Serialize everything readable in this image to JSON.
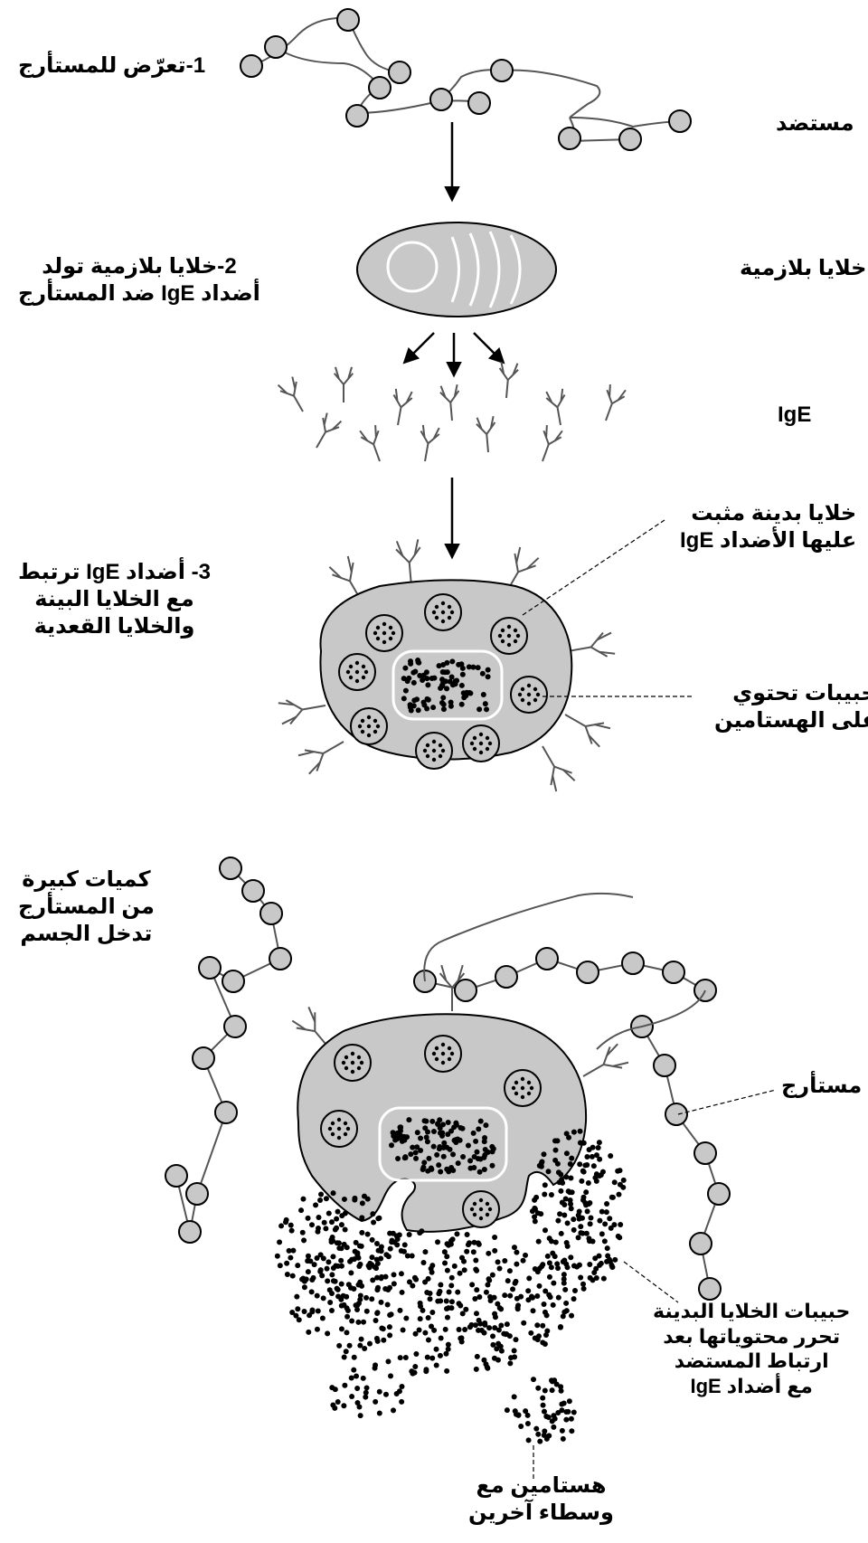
{
  "step1": "1-تعرّض للمستأرج",
  "step2": {
    "line1": "2-خلايا بلازمية تولد",
    "line2": "أضداد IgE ضد المستأرج"
  },
  "step3": {
    "line1": "3- أضداد IgE ترتبط",
    "line2": "مع الخلايا البينة",
    "line3": "والخلايا القعدية"
  },
  "step4": {
    "line1": "كميات كبيرة",
    "line2": "من المستأرج",
    "line3": "تدخل الجسم"
  },
  "antigen_label": "مستضد",
  "plasma_cells_label": "خلايا بلازمية",
  "ige_label": "IgE",
  "mast_cell_label": {
    "line1": "خلايا بدينة مثبت",
    "line2": "عليها الأضداد IgE"
  },
  "granules_label": {
    "line1": "حبيبات تحتوي",
    "line2": "على الهستامين"
  },
  "allergen_label": "مستأرج",
  "degranulation_label": {
    "line1": "حبيبات الخلايا البدينة",
    "line2": "تحرر محتوياتها بعد",
    "line3": "ارتباط المستضد",
    "line4": "مع أضداد IgE"
  },
  "histamine_label": {
    "line1": "هستامين مع",
    "line2": "وسطاء آخرين"
  },
  "colors": {
    "fill": "#c8c8c8",
    "stroke": "#000000",
    "line": "#555555",
    "white": "#ffffff"
  }
}
